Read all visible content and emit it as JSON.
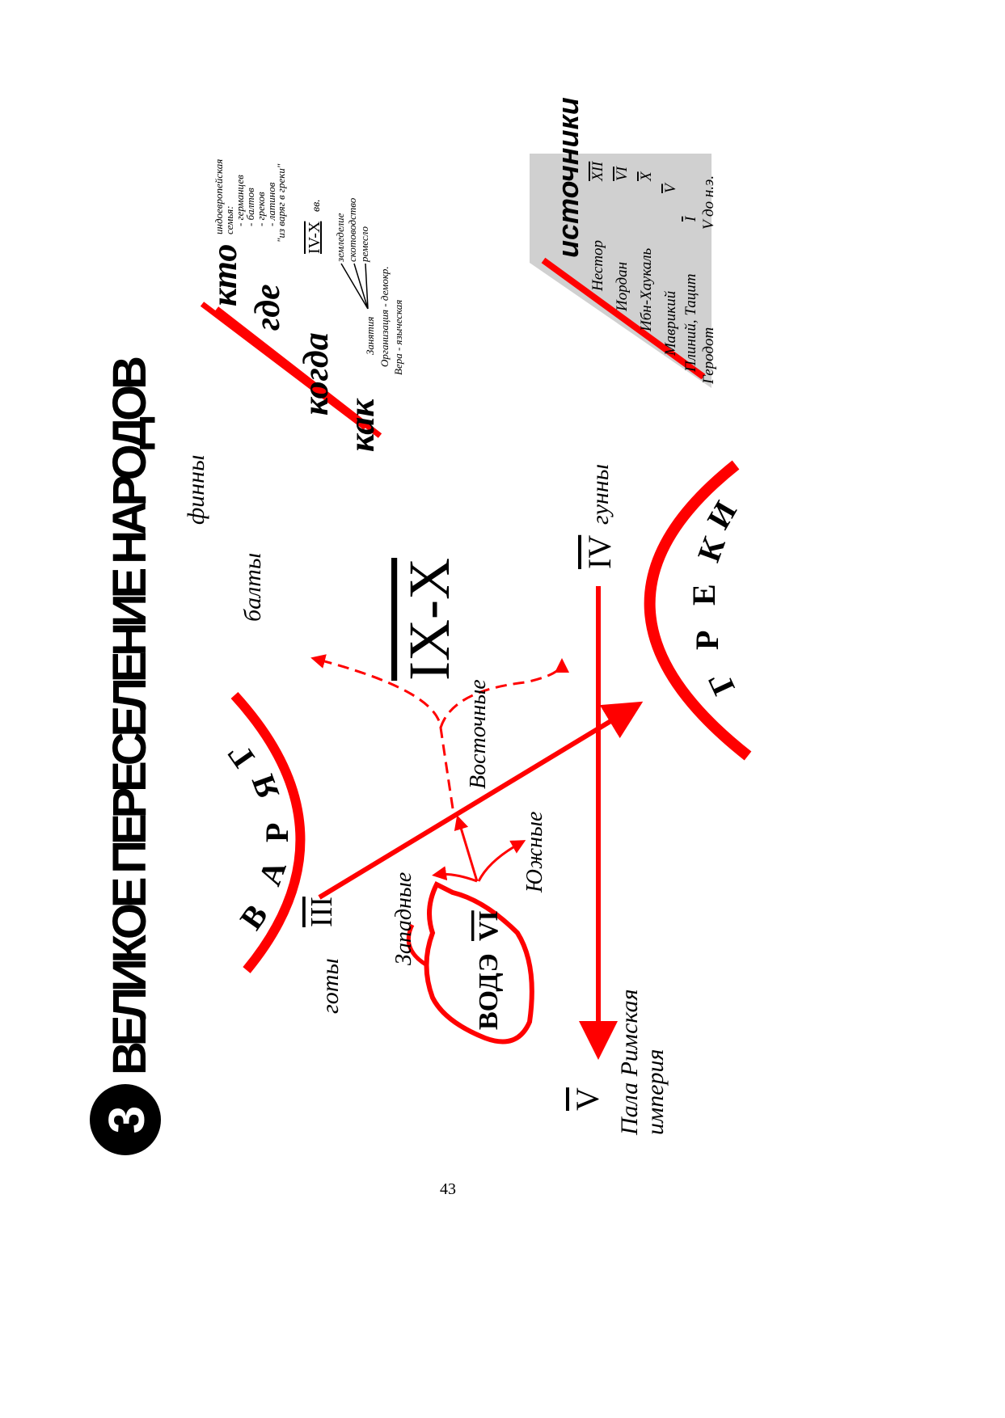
{
  "title": {
    "number": "3",
    "text": "ВЕЛИКОЕ ПЕРЕСЕЛЕНИЕ НАРОДОВ"
  },
  "colors": {
    "accent": "#ff0000",
    "panel": "#d0d0d0",
    "text": "#000000"
  },
  "map": {
    "finns": "финны",
    "balts": "балты",
    "goths": "готы",
    "goths_century": "III",
    "varangians": [
      "В",
      "А",
      "Р",
      "Я",
      "Г"
    ],
    "greeks": [
      "Г",
      "Р",
      "Е",
      "К",
      "И"
    ],
    "east_period": "IX-X",
    "east": "Восточные",
    "west": "Западные",
    "south": "Южные",
    "vase_label": "ВОДЭ",
    "vase_century": "VI",
    "huns": "гунны",
    "huns_century": "IV",
    "rome_century": "V",
    "rome_line1": "Пала Римская",
    "rome_line2": "империя"
  },
  "questions": {
    "who": "кто",
    "where": "где",
    "when": "когда",
    "how": "как",
    "who_answer": [
      "индоевропейская",
      "семья:",
      "- германцев",
      "- балтов",
      "- греков",
      "- латинов",
      "\"из варяг в греки\""
    ],
    "when_answer": "IV-X",
    "when_suffix": "вв.",
    "occupations_label": "Занятия",
    "occupations": [
      "земледелие",
      "скотоводство",
      "ремесло"
    ],
    "organization": "Организация - демокр.",
    "religion": "Вера - языческая"
  },
  "sources": {
    "title": "источники",
    "items": [
      {
        "name": "Нестор",
        "century": "XII"
      },
      {
        "name": "Иордан",
        "century": "VI"
      },
      {
        "name": "Ибн-Хаукаль",
        "century": "X"
      },
      {
        "name": "Маврикий",
        "century": "V"
      },
      {
        "name": "Плиний, Тацит",
        "century": "I"
      },
      {
        "name": "Геродот",
        "century": "V до н.э."
      }
    ]
  },
  "page_number": "43"
}
